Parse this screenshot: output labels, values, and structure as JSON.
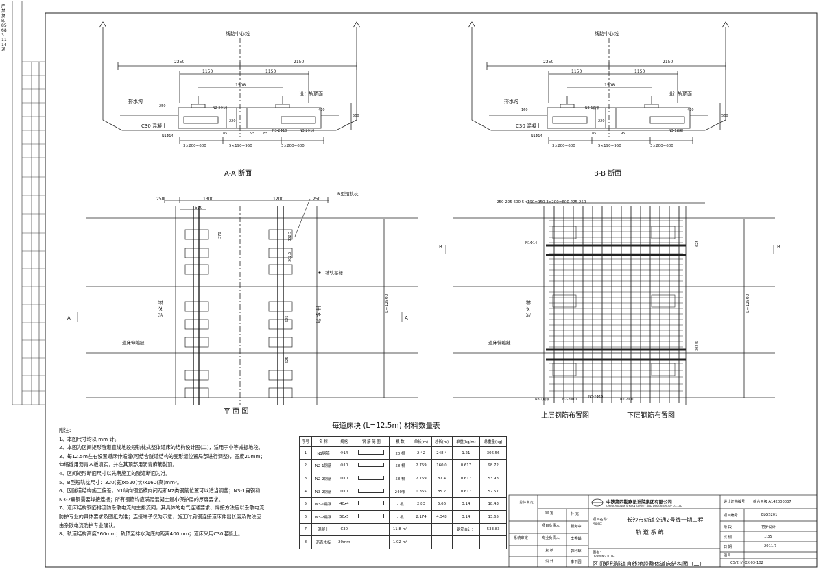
{
  "stamp_text": "严禁复印 85683 1114通",
  "sections": {
    "aa_title": "A-A 断面",
    "bb_title": "B-B 断面",
    "plan_title": "平 面 图",
    "upper_title": "上层钢筋布置图",
    "lower_title": "下层钢筋布置图"
  },
  "aa": {
    "centerline": "线路中心线",
    "dim_left": "2250",
    "dim_right": "2150",
    "gauge_left": "1150",
    "gauge_right": "1150",
    "gauge_full": "1508",
    "rail_top": "设计轨顶面",
    "drain": "排水沟",
    "concrete": "C30 混凝土",
    "d250": "250",
    "d420": "420",
    "d560": "560",
    "d220": "220",
    "d85a": "85",
    "d95": "95",
    "d85b": "85",
    "n2": "N2-2Φ10",
    "n3": "N3-2Φ10",
    "n3b": "N3-2Φ10",
    "n1": "N1Φ14",
    "bot1": "3×200=600",
    "bot2": "5×190=950",
    "bot3": "3×200=600"
  },
  "bb": {
    "centerline": "线路中心线",
    "dim_left": "2250",
    "dim_right": "2150",
    "gauge_left": "1150",
    "gauge_right": "1150",
    "gauge_full": "1508",
    "rail_top": "设计轨顶面",
    "drain": "排水沟",
    "concrete": "C30 混凝土",
    "d160": "160",
    "d420": "420",
    "d560": "560",
    "d220": "220",
    "d85": "85",
    "d95": "95",
    "n2": "N3-1扁钢",
    "n3": "N3-1扁钢",
    "n1": "N1Φ14",
    "bot1": "3×200=600",
    "bot2": "5×190=950",
    "bot3": "3×200=600"
  },
  "plan": {
    "d250a": "250",
    "d1300": "1300",
    "d570": "570",
    "d1200": "1200",
    "d250b": "250",
    "sleeper": "B型短轨枕",
    "d370": "370",
    "d302": "302.5",
    "d302b": "302.5",
    "marker": "铺轨基标",
    "drain1": "排 水 沟",
    "drain2": "排 水 沟",
    "d625a": "625",
    "d625b": "625",
    "dL": "L=12500",
    "joint": "道床伸缩缝",
    "secA_left": "A",
    "secA_right": "A"
  },
  "rebar": {
    "top_dims": "250  225   600    5×190=950   3×200=600  225  250",
    "n1": "N1Φ14",
    "d625": "625",
    "d302": "302.5",
    "dL": "L=12500",
    "drain": "排 水 沟",
    "joint": "道床伸缩缝",
    "n3a": "N3-1扁钢",
    "n2a": "N2-2Φ10",
    "n3b": "N3-2Φ10",
    "n2b": "N2-2Φ10",
    "secB_left": "B",
    "secB_right": "B"
  },
  "notes": [
    "附注：",
    "1、本图尺寸均以 mm 计。",
    "2、本图为区间矩形隧道直线地段短轨枕式整体道床的结构设计图(二)，适用于中等减振地段。",
    "3、每12.5m左右设置道床伸缩缝(可结合隧道结构的变形缝位置局部进行调整)，宽度20mm；",
    "    伸缩缝用沥青木板填实，并在其顶部用沥青麻筋封顶。",
    "4、区间矩形断面尺寸以先期施工的隧道断面为准。",
    "5、B型短轨枕尺寸：320(宽)x520(长)x160(高)mm³。",
    "6、因隧道结构施工偏差，N1纵向钢筋横向间距和N2类钢筋位置可以适当调整；N3-1扁钢和",
    "    N3-2扁钢需要焊接连接；所有钢筋均应满足混凝土最小保护层的厚度要求。",
    "7、道床结构钢筋排流防杂散电流的主排流网，其具体的电气连通要求、焊接方法应以杂散电流",
    "    防护专业的具体要求及图纸为准；连接端子仅为示意，施工时肩钢连接道床伸出长度及做法应",
    "    由杂散电流防护专业确认。",
    "8、轨道结构高度560mm；轨顶至排水沟底的距离400mm；道床采用C30混凝土。"
  ],
  "table": {
    "title": "每道床块 (L=12.5m) 材料数量表",
    "headers": [
      "序号",
      "名 称",
      "规格",
      "钢 筋 简 图",
      "根 数",
      "单长(m)",
      "总长(m)",
      "单重(kg/m)",
      "总重量(kg)"
    ],
    "rows": [
      [
        "1",
        "N1钢筋",
        "Φ14",
        "",
        "20 根",
        "2.42",
        "248.4",
        "1.21",
        "306.56"
      ],
      [
        "2",
        "N2-1钢筋",
        "Φ10",
        "",
        "58 根",
        "2.759",
        "160.0",
        "0.617",
        "98.72"
      ],
      [
        "3",
        "N2-2钢筋",
        "Φ10",
        "",
        "58 根",
        "2.759",
        "87.4",
        "0.617",
        "53.93"
      ],
      [
        "4",
        "N3-2钢筋",
        "Φ10",
        "",
        "240根",
        "0.355",
        "85.2",
        "0.617",
        "52.57"
      ],
      [
        "5",
        "N3-1扁钢",
        "40x4",
        "",
        "2 根",
        "2.83",
        "5.66",
        "3.14",
        "18.43"
      ],
      [
        "6",
        "N3-2扁钢",
        "50x5",
        "",
        "2 根",
        "2.174",
        "4.348",
        "3.14",
        "13.65"
      ],
      [
        "7",
        "混凝土",
        "C30",
        "",
        "11.8 m³",
        "",
        "",
        "钢筋合计：",
        "533.83"
      ],
      [
        "8",
        "沥青木板",
        "20mm",
        "",
        "1.02 m²",
        "",
        "",
        "",
        ""
      ]
    ]
  },
  "titleblock": {
    "company": "中铁第四勘察设计院集团有限公司",
    "company_en": "CHINA RAILWAY SIYUAN SURVEY AND DESIGN GROUP CO.,LTD",
    "cert_label": "设计证书编号：",
    "cert_value": "综合甲级 A142000037",
    "project_label": "项目名称：",
    "project_en": "Project",
    "project": "长沙市轨道交通2号线一期工程",
    "system": "轨 道 系 统",
    "drawing_label": "图名：",
    "drawing_en": "DRAWING TITLE",
    "drawing": "区间矩形隧道直线地段整体道床结构图（二）",
    "proj_no_label": "项目编号",
    "proj_no": "ELGS201",
    "stage_label": "阶 段",
    "stage": "初步设计",
    "scale_label": "比 例",
    "scale": "1:35",
    "date_label": "日 期",
    "date": "2011.7",
    "dwg_no_label": "图号",
    "dwg_no": "CS/2H/I-XX-03-102",
    "sig1": "总体审定",
    "sig1b": "审 定",
    "sig2": "项目负责人",
    "sig3": "专业负责人",
    "sig4": "复 核",
    "sig5": "设 计",
    "sig6": "系统审定",
    "r1": "补 充",
    "r2": "服务中",
    "r3": "李秀娟",
    "r4": "郭利琼",
    "r5": "李平园"
  }
}
